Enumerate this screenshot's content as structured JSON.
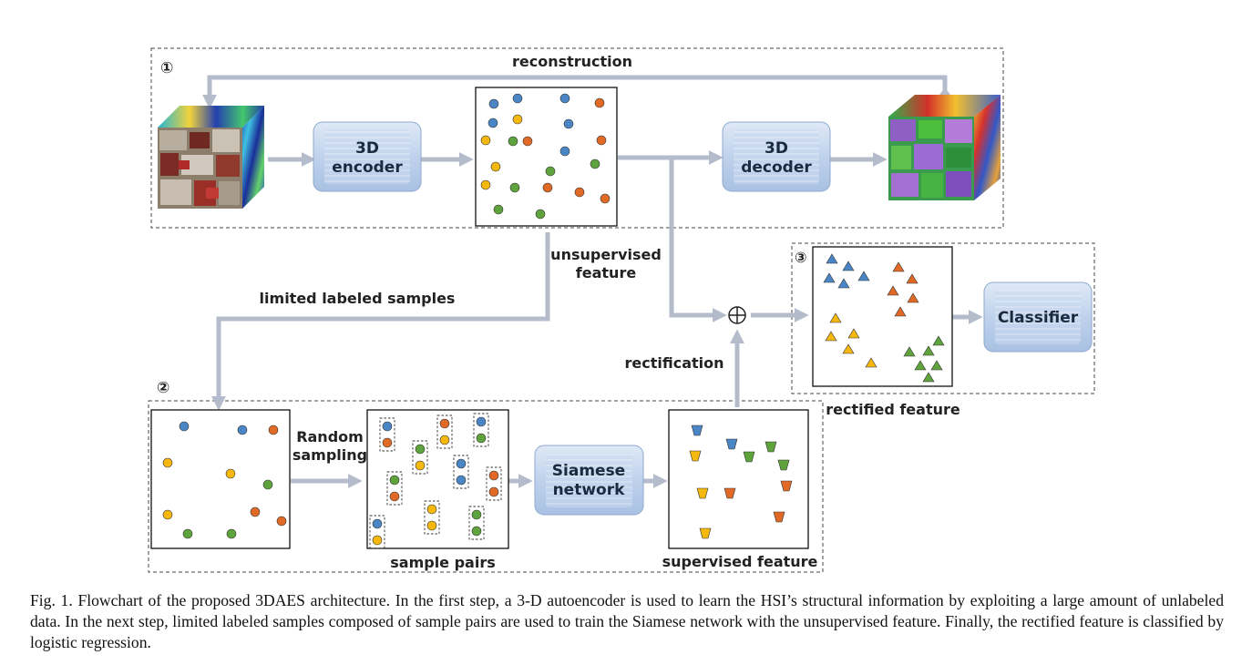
{
  "steps": {
    "step1": "①",
    "step2": "②",
    "step3": "③"
  },
  "labels": {
    "reconstruction": "reconstruction",
    "encoder_line1": "3D",
    "encoder_line2": "encoder",
    "decoder_line1": "3D",
    "decoder_line2": "decoder",
    "unsupervised_line1": "unsupervised",
    "unsupervised_line2": "feature",
    "limited_labeled_samples": "limited labeled samples",
    "rectification": "rectification",
    "random_sampling_line1": "Random",
    "random_sampling_line2": "sampling",
    "siamese_line1": "Siamese",
    "siamese_line2": "network",
    "sample_pairs": "sample pairs",
    "supervised_feature": "supervised feature",
    "rectified_feature": "rectified feature",
    "classifier": "Classifier",
    "sum_symbol": "⊕"
  },
  "colors": {
    "blue": "#4a86c5",
    "orange": "#e06a25",
    "yellow": "#f5b80e",
    "green": "#5ea33b",
    "arrow": "#b4bccc",
    "block_fill": "#c4d6ee",
    "block_edge": "#8fa9cf"
  },
  "caption": "Fig. 1.   Flowchart of the proposed 3DAES architecture. In the first step, a 3-D autoencoder is used to learn the HSI’s structural information by exploiting a large amount of unlabeled data. In the next step, limited labeled samples composed of sample pairs are used to train the Siamese network with the unsupervised feature. Finally, the rectified feature is classified by logistic regression."
}
